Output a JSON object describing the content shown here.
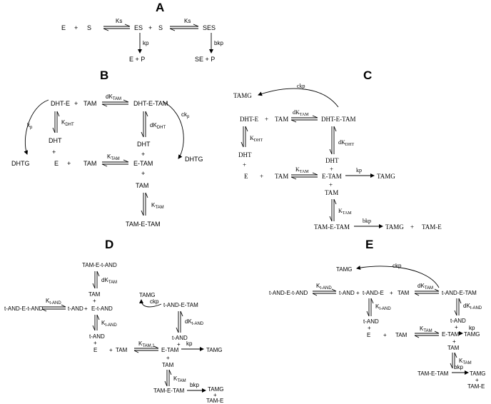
{
  "panels": {
    "A": {
      "title": "A",
      "E": "E",
      "plus1": "+",
      "S1": "S",
      "Ks1": "Ks",
      "ES": "ES",
      "plus2": "+",
      "S2": "S",
      "Ks2": "Ks",
      "SES": "SES",
      "kp": "kp",
      "EP": "E + P",
      "bkp": "bkp",
      "SEP": "SE + P"
    },
    "B": {
      "title": "B",
      "DHTE": "DHT-E",
      "plus1": "+",
      "TAM1": "TAM",
      "dK": "dK",
      "dK_sub": "TAM",
      "DHTETAM": "DHT-E-TAM",
      "kp": "k",
      "kp_sub": "p",
      "KDHT": "K",
      "KDHT_sub": "DHT",
      "DHT1": "DHT",
      "plusL": "+",
      "dKDHT": "dK",
      "dKDHT_sub": "DHT",
      "DHT2": "DHT",
      "ckp": "ck",
      "ckp_sub": "p",
      "DHTG1": "DHTG",
      "E": "E",
      "plus2": "+",
      "TAM2": "TAM",
      "KTAM": "K",
      "KTAM_sub": "TAM",
      "plusR": "+",
      "ETAM": "E-TAM",
      "DHTG2": "DHTG",
      "plus3": "+",
      "TAM3": "TAM",
      "KTAM2": "K",
      "KTAM2_sub": "TAM",
      "TAMETAM": "TAM-E-TAM"
    },
    "C": {
      "title": "C",
      "TAMG1": "TAMG",
      "ckp": "ckp",
      "DHTE": "DHT-E",
      "plus1": "+",
      "TAM1": "TAM",
      "dK": "dK",
      "dK_sub": "TAM",
      "DHTETAM": "DHT-E-TAM",
      "KDHT": "K",
      "KDHT_sub": "DHT",
      "dKDHT": "dK",
      "dKDHT_sub": "DHT",
      "DHT1": "DHT",
      "plusL": "+",
      "DHT2": "DHT",
      "plusR": "+",
      "E": "E",
      "plus2": "+",
      "TAM2": "TAM",
      "KTAM": "K",
      "KTAM_sub": "TAM",
      "ETAM": "E-TAM",
      "kp": "kp",
      "TAMG2": "TAMG",
      "plus3": "+",
      "TAM3": "TAM",
      "KTAM2": "K",
      "KTAM2_sub": "TAM",
      "TAMETAM": "TAM-E-TAM",
      "bkp": "bkp",
      "TAMG3": "TAMG",
      "plus4": "+",
      "TAME": "TAM-E"
    },
    "D": {
      "title": "D",
      "TAMEtAND": "TAM-E-t-AND",
      "dKTAM": "dK",
      "dKTAM_sub": "TAM",
      "TAM1": "TAM",
      "plusA": "+",
      "tANDEtAND": "t-AND-E-t-AND",
      "KtAND": "K",
      "KtAND_sub": "t-AND",
      "tAND1": "t-AND",
      "plusB": "+",
      "EtAND": "E-t-AND",
      "TAMG1": "TAMG",
      "ckp": "ckp",
      "tANDETAM": "t-AND-E-TAM",
      "KtAND2": "K",
      "KtAND2_sub": "t-AND",
      "dKtAND": "dK",
      "dKtAND_sub": "t-AND",
      "tAND2": "t-AND",
      "plusC": "+",
      "tAND3": "t-AND",
      "plusD": "+",
      "E": "E",
      "plusE": "+",
      "TAM2": "TAM",
      "KTAM1": "K",
      "KTAM1_sub": "TAM,1",
      "ETAM": "E-TAM",
      "kp": "kp",
      "TAMG2": "TAMG",
      "plusF": "+",
      "TAM3": "TAM",
      "KTAM": "K",
      "KTAM_sub": "TAM",
      "TAMETAM": "TAM-E-TAM",
      "bkp": "bkp",
      "TAMG3": "TAMG",
      "plusG": "+",
      "TAME": "TAM-E"
    },
    "E": {
      "title": "E",
      "TAMG1": "TAMG",
      "ckp": "ckp",
      "tANDEtAND": "t-AND-E-t-AND",
      "KtAND": "K",
      "KtAND_sub": "t-AND",
      "tAND1": "t-AND",
      "plusA": "+",
      "tANDE": "t-AND-E",
      "plusB": "+",
      "TAM1": "TAM",
      "dKTAM": "dK",
      "dKTAM_sub": "TAM",
      "tANDETAM": "t-AND-E-TAM",
      "KtAND2": "K",
      "KtAND2_sub": "t-AND",
      "dKtAND": "dK",
      "dKtAND_sub": "t-AND",
      "tAND2": "t-AND",
      "plusC": "+",
      "tAND3": "t-AND",
      "plusD": "+",
      "E": "E",
      "plusE": "+",
      "TAM2": "TAM",
      "KTAM": "K",
      "KTAM_sub": "TAM",
      "ETAM": "E-TAM",
      "kp": "kp",
      "TAMG2": "TAMG",
      "plusF": "+",
      "TAM3": "TAM",
      "KTAM2": "K",
      "KTAM2_sub": "TAM",
      "TAMETAM": "TAM-E-TAM",
      "bkp": "bkp",
      "TAMG3": "TAMG",
      "plusG": "+",
      "TAME": "TAM-E"
    }
  }
}
